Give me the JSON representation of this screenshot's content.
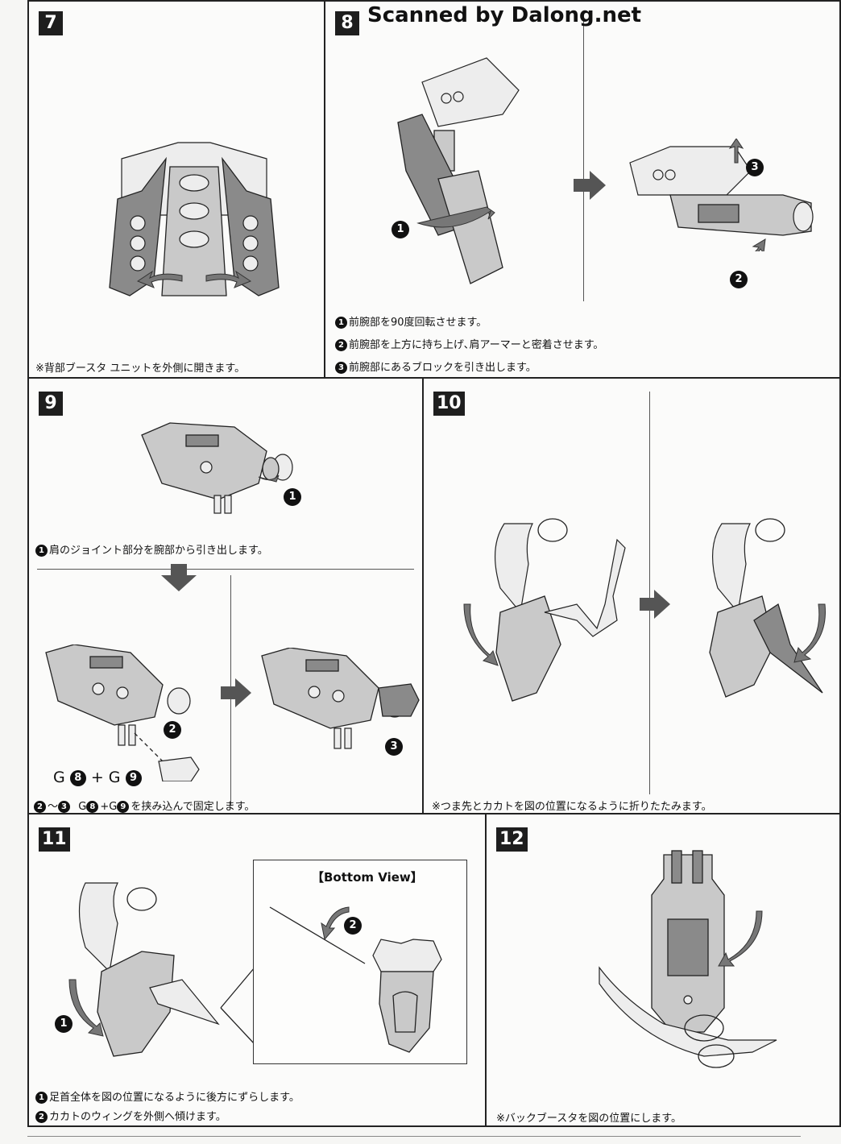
{
  "watermark": "Scanned by Dalong.net",
  "steps": {
    "s7": {
      "number": "7",
      "caption": "※背部ブースタ ユニットを外側に開きます。"
    },
    "s8": {
      "number": "8",
      "markers": [
        "1",
        "2",
        "3"
      ],
      "captions": [
        {
          "marker": "1",
          "text": "前腕部を90度回転させます。"
        },
        {
          "marker": "2",
          "text": "前腕部を上方に持ち上げ､肩アーマーと密着させます。"
        },
        {
          "marker": "3",
          "text": "前腕部にあるブロックを引き出します。"
        }
      ]
    },
    "s9": {
      "number": "9",
      "markers": [
        "1",
        "2",
        "3"
      ],
      "caption1": {
        "marker": "1",
        "text": "肩のジョイント部分を腕部から引き出します。"
      },
      "formula": {
        "g1": "G",
        "n1": "8",
        "plus": "+",
        "g2": "G",
        "n2": "9"
      },
      "caption2": {
        "m1": "2",
        "tilde": "～",
        "m2": "3",
        "g1": "G",
        "n1": "8",
        "plus": "+",
        "g2": "G",
        "n2": "9",
        "text": "を挟み込んで固定します。"
      }
    },
    "s10": {
      "number": "10",
      "caption": "※つま先とカカトを図の位置になるように折りたたみます。"
    },
    "s11": {
      "number": "11",
      "bottom_view_title": "【Bottom View】",
      "markers": [
        "1",
        "2"
      ],
      "captions": [
        {
          "marker": "1",
          "text": "足首全体を図の位置になるように後方にずらします。"
        },
        {
          "marker": "2",
          "text": "カカトのウィングを外側へ傾けます。"
        }
      ]
    },
    "s12": {
      "number": "12",
      "caption": "※バックブースタを図の位置にします。"
    }
  }
}
